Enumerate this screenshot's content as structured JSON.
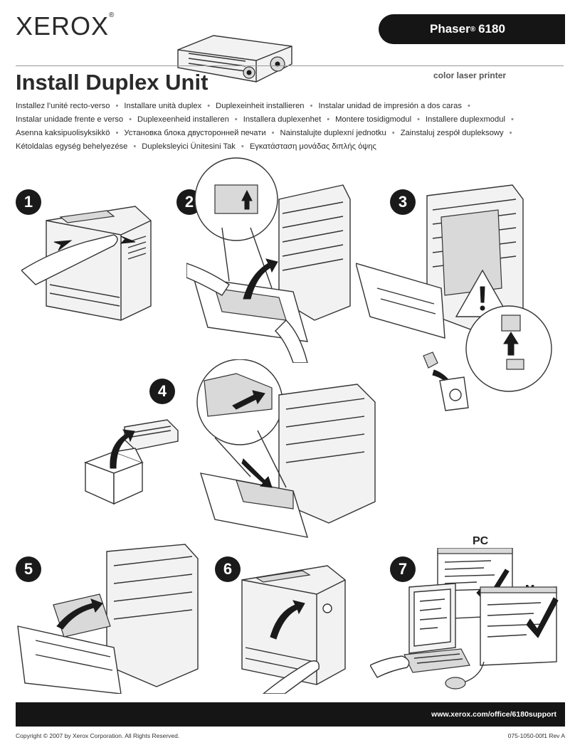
{
  "header": {
    "brand": "XEROX",
    "brand_mark": "®",
    "model": "Phaser",
    "model_mark": "®",
    "model_number": "6180",
    "subtitle": "color laser printer"
  },
  "title": "Install Duplex Unit",
  "translations": [
    [
      "Installez l’unité recto-verso",
      "Installare unità duplex",
      "Duplexeinheit installieren",
      "Instalar unidad de impresión a dos caras"
    ],
    [
      "Instalar unidade frente e verso",
      "Duplexeenheid installeren",
      "Installera duplexenhet",
      "Montere tosidigmodul",
      "Installere duplexmodul"
    ],
    [
      "Asenna kaksipuolisyksikkö",
      "Установка блока двусторонней печати",
      "Nainstalujte duplexní jednotku",
      "Zainstaluj zespół dupleksowy"
    ],
    [
      "Kétoldalas egység behelyezése",
      "Dupleksleyici Ünitesini Tak",
      "Εγκατάσταση μονάδας διπλής όψης"
    ]
  ],
  "separator": "•",
  "steps": [
    "1",
    "2",
    "3",
    "4",
    "5",
    "6",
    "7"
  ],
  "labels": {
    "pc": "PC",
    "mac": "Mac"
  },
  "icons": [
    "warning-icon",
    "recycle-bin-icon",
    "checkmark-icon",
    "arrow-icon"
  ],
  "footer": {
    "url": "www.xerox.com/office/6180support",
    "copyright": "Copyright © 2007 by Xerox Corporation.  All Rights Reserved.",
    "doc_number": "075-1050-00f1 Rev A"
  }
}
